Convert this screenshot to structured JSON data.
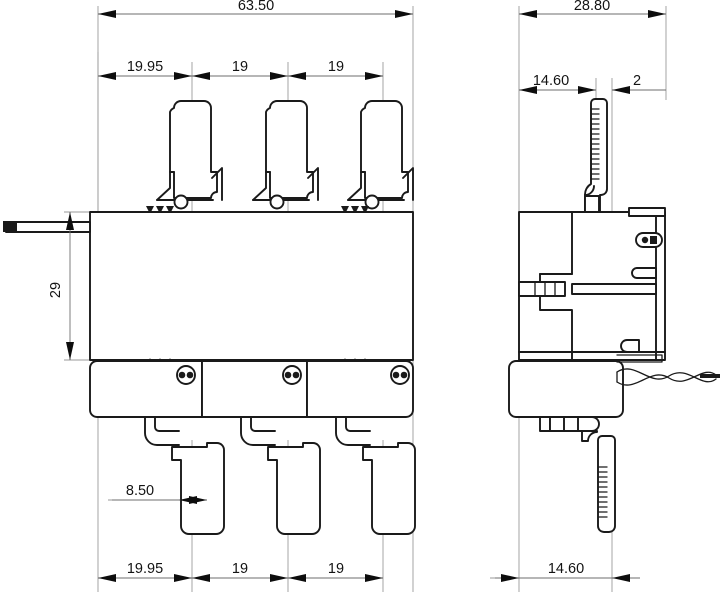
{
  "drawing": {
    "title": "Three-pole relay / contactor outline drawing",
    "background_color": "#ffffff",
    "line_color": "#1a1a1a",
    "dimension_color": "#6e6e6e",
    "views": [
      {
        "name": "front-view",
        "label": ""
      },
      {
        "name": "side-view",
        "label": ""
      }
    ]
  },
  "dimensions": {
    "front_overall_width": "63.50",
    "front_top_pitch_1": "19.95",
    "front_top_pitch_2": "19",
    "front_top_pitch_3": "19",
    "front_body_height": "29",
    "front_pin_width": "8.50",
    "front_bottom_pitch_1": "19.95",
    "front_bottom_pitch_2": "19",
    "front_bottom_pitch_3": "19",
    "side_overall_depth": "28.80",
    "side_offset": "14.60",
    "side_tab_thickness": "2",
    "side_bottom_offset": "14.60"
  },
  "features": {
    "top_terminals_count": 3,
    "bottom_terminals_count": 3,
    "screw_heads_count": 3,
    "wire_lead": "flat-lead-left",
    "twisted_pair": "twisted-wire-pair-right",
    "serrated_tab": "serrated-blade-terminal"
  }
}
